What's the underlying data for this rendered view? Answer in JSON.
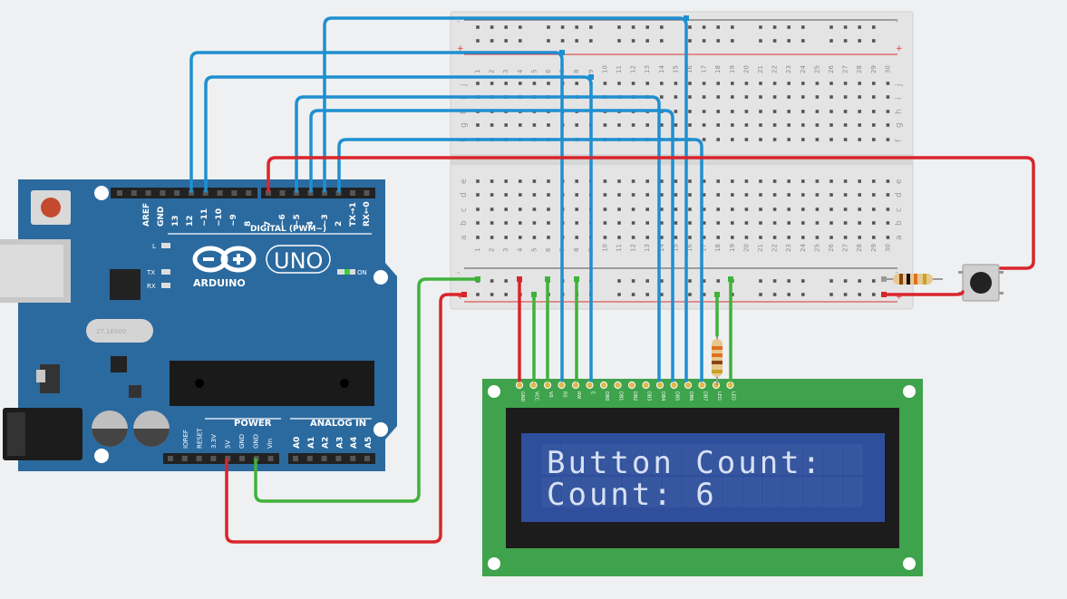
{
  "board": {
    "brand": "ARDUINO",
    "model": "UNO",
    "on_label": "ON",
    "l_label": "L",
    "tx_label": "TX",
    "rx_label": "RX",
    "digital_label": "DIGITAL (PWM~)",
    "power_label": "POWER",
    "analog_label": "ANALOG IN",
    "digital_pins": [
      "AREF",
      "GND",
      "13",
      "12",
      "~11",
      "~10",
      "~9",
      "8",
      "7",
      "~6",
      "~5",
      "4",
      "~3",
      "2",
      "TX→1",
      "RX←0"
    ],
    "power_pins": [
      "IOREF",
      "RESET",
      "3.3V",
      "5V",
      "GND",
      "GND",
      "Vin"
    ],
    "analog_pins": [
      "A0",
      "A1",
      "A2",
      "A3",
      "A4",
      "A5"
    ],
    "crystal_label": "27.1E000"
  },
  "breadboard": {
    "rows_top": [
      "j",
      "i",
      "h",
      "g",
      "f"
    ],
    "rows_bottom": [
      "e",
      "d",
      "c",
      "b",
      "a"
    ],
    "plus": "+",
    "minus": "-"
  },
  "lcd": {
    "line1": "Button Count:",
    "line2": "Count: 6",
    "pins": [
      "GND",
      "VCC",
      "V0",
      "RS",
      "RW",
      "E",
      "DB0",
      "DB1",
      "DB2",
      "DB3",
      "DB4",
      "DB5",
      "DB6",
      "DB7",
      "LED",
      "LED"
    ],
    "backlight_color": "#2f4f9c"
  },
  "colors": {
    "arduino": "#2b6a9f",
    "wire_signal": "#1f8fd1",
    "wire_power": "#d9252b",
    "wire_ground": "#3fb23b",
    "pcb_green": "#3fa24c"
  }
}
